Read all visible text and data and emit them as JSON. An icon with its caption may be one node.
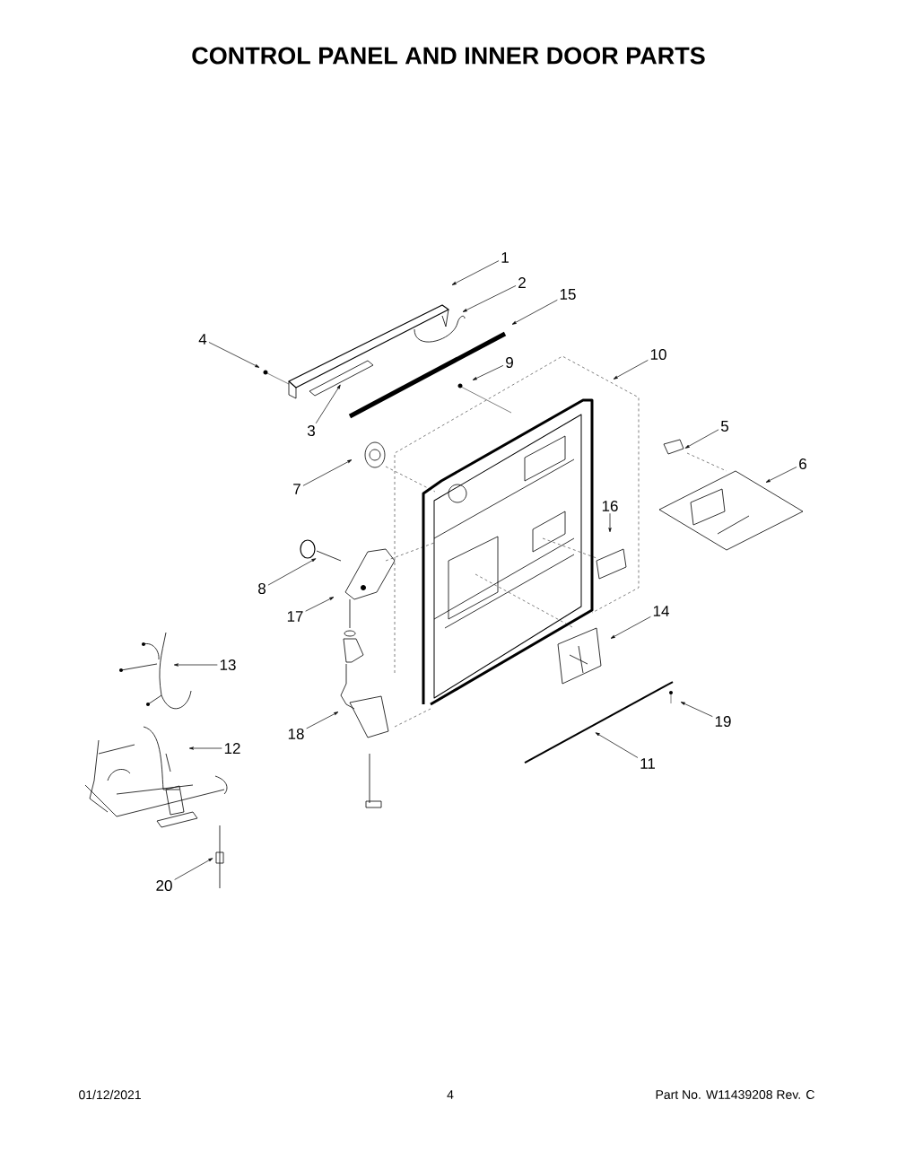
{
  "diagram": {
    "title": "CONTROL PANEL AND INNER DOOR PARTS",
    "nodes": [
      {
        "text": [
          "1"
        ]
      },
      {
        "text": [
          "2"
        ]
      },
      {
        "text": [
          "15"
        ]
      },
      {
        "text": [
          "10"
        ]
      },
      {
        "text": [
          "4"
        ]
      },
      {
        "text": [
          "9"
        ]
      },
      {
        "text": [
          "3"
        ]
      },
      {
        "text": [
          "5"
        ]
      },
      {
        "text": [
          "6"
        ]
      },
      {
        "text": [
          "7"
        ]
      },
      {
        "text": [
          "16"
        ]
      },
      {
        "text": [
          "8"
        ]
      },
      {
        "text": [
          "17"
        ]
      },
      {
        "text": [
          "14"
        ]
      },
      {
        "text": [
          "13"
        ]
      },
      {
        "text": [
          "18"
        ]
      },
      {
        "text": [
          "19"
        ]
      },
      {
        "text": [
          "12"
        ]
      },
      {
        "text": [
          "11"
        ]
      },
      {
        "text": [
          "20"
        ]
      }
    ],
    "edges": [
      {
        "from": 0,
        "to": null,
        "arrow": "to"
      },
      {
        "from": 1,
        "to": null,
        "arrow": "to"
      },
      {
        "from": 2,
        "to": null,
        "arrow": "to"
      },
      {
        "from": 3,
        "to": null,
        "arrow": "to"
      },
      {
        "from": 4,
        "to": null,
        "arrow": "to"
      },
      {
        "from": 5,
        "to": null,
        "arrow": "to"
      },
      {
        "from": 6,
        "to": null,
        "arrow": "to"
      },
      {
        "from": 7,
        "to": null,
        "arrow": "to"
      },
      {
        "from": 8,
        "to": null,
        "arrow": "to"
      },
      {
        "from": 9,
        "to": null,
        "arrow": "to"
      },
      {
        "from": 10,
        "to": null,
        "arrow": "to"
      },
      {
        "from": 11,
        "to": null,
        "arrow": "to"
      },
      {
        "from": 12,
        "to": null,
        "arrow": "to"
      },
      {
        "from": 13,
        "to": null,
        "arrow": "to"
      },
      {
        "from": 14,
        "to": null,
        "arrow": "to"
      },
      {
        "from": 15,
        "to": null,
        "arrow": "to"
      },
      {
        "from": 16,
        "to": null,
        "arrow": "to"
      },
      {
        "from": 17,
        "to": null,
        "arrow": "to"
      },
      {
        "from": 18,
        "to": null,
        "arrow": "to"
      },
      {
        "from": 19,
        "to": null,
        "arrow": "to"
      }
    ],
    "labels": [
      "01/12/2021",
      "4",
      "Part No.  W11439208  Rev. C"
    ]
  }
}
